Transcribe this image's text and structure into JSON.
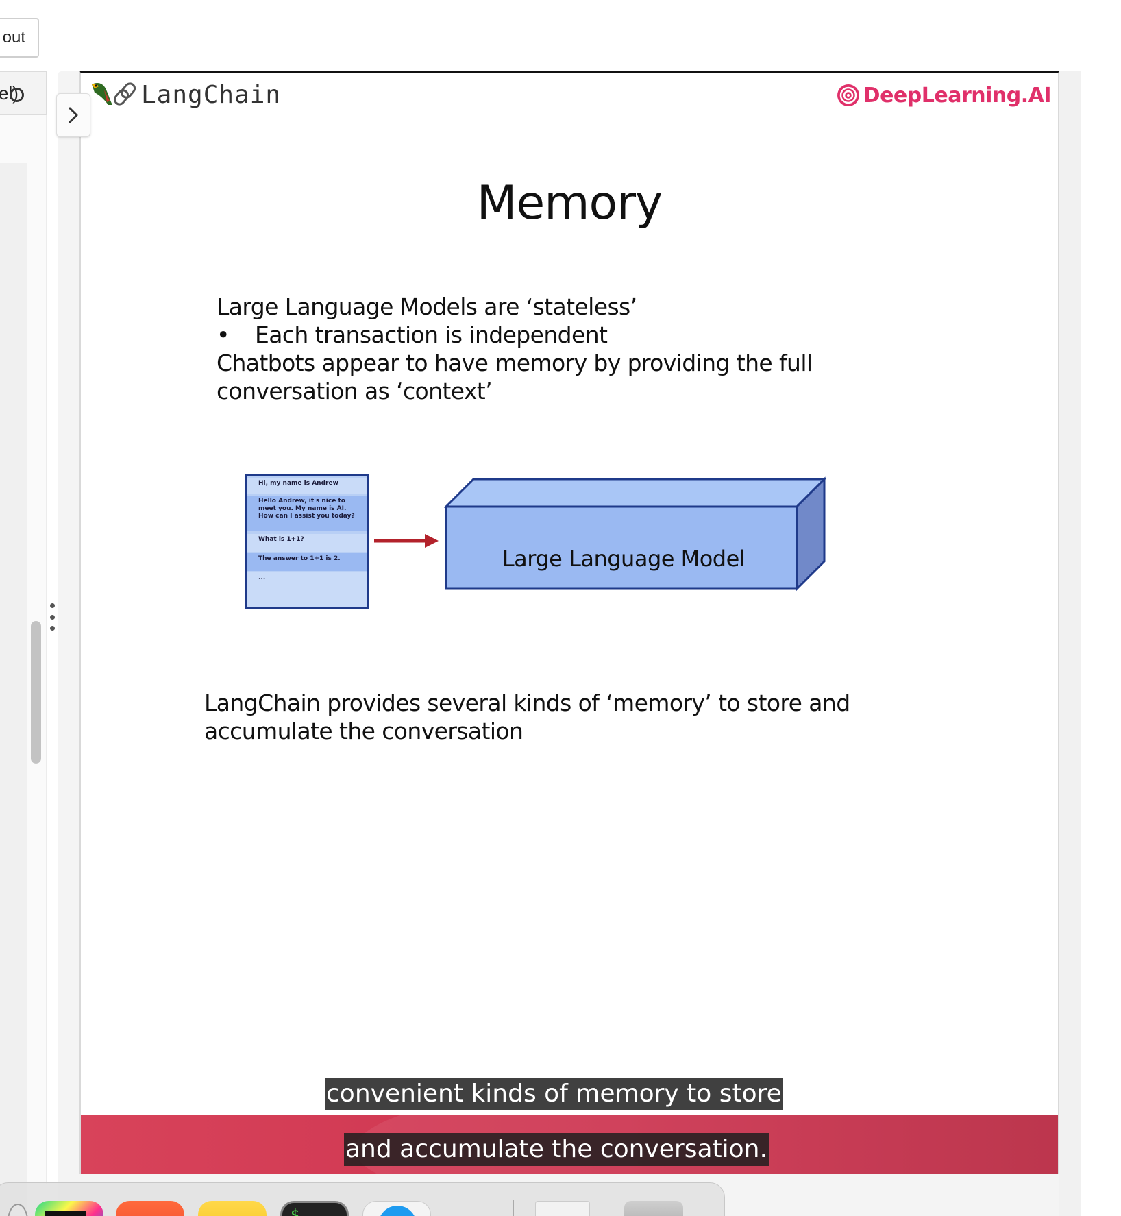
{
  "top_left": {
    "tab_partial_label": "out",
    "status_partial_label": "el)"
  },
  "slide": {
    "brand_left": "LangChain",
    "brand_right": "DeepLearning.AI",
    "title": "Memory",
    "intro": {
      "line1": "Large Language Models are ‘stateless’",
      "bullet": "•",
      "bullet_text": "Each transaction is independent",
      "line3": "Chatbots appear to have memory by providing the full",
      "line4": "conversation as ‘context’"
    },
    "diagram": {
      "chat_rows": [
        "Hi, my name is Andrew",
        "Hello Andrew, it's nice to meet you. My name is AI. How can I assist you today?",
        "What is 1+1?",
        "The answer to 1+1 is 2.",
        "..."
      ],
      "box_label": "Large Language Model",
      "colors": {
        "box_front": "#9ab9f2",
        "box_top": "#a9c6f6",
        "box_side": "#7189c9",
        "box_stroke": "#1f3a8a",
        "arrow": "#b3222b"
      }
    },
    "bottom_line1": "LangChain provides several kinds of ‘memory’ to store and",
    "bottom_line2": "accumulate the conversation"
  },
  "captions": {
    "line1": "convenient kinds of memory to store",
    "line2": "and accumulate the conversation."
  },
  "dock": {
    "apps": [
      "pycharm-icon",
      "swift-playgrounds-icon",
      "notes-icon",
      "terminal-icon",
      "safari-icon",
      "documents-stack-icon",
      "trash-icon"
    ]
  }
}
